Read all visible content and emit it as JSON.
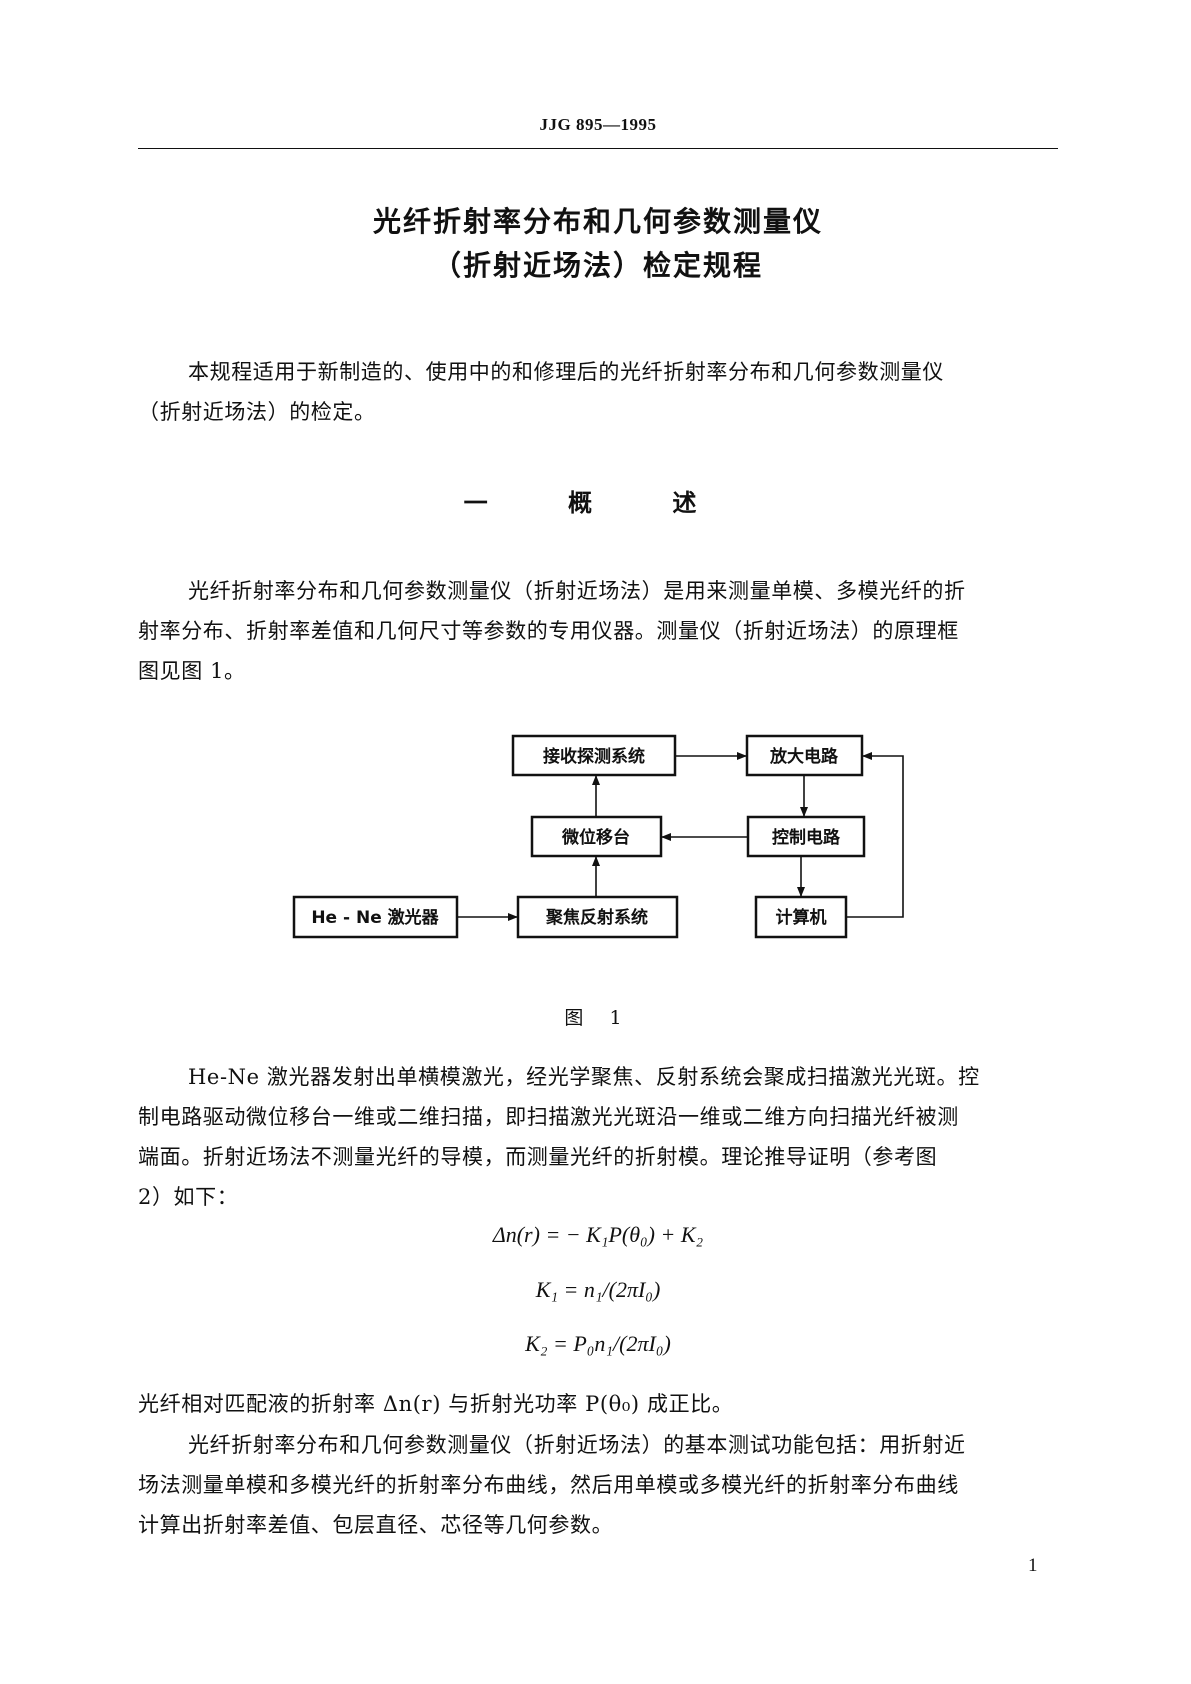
{
  "header": {
    "code": "JJG 895—1995"
  },
  "title": {
    "line1": "光纤折射率分布和几何参数测量仪",
    "line2": "（折射近场法）检定规程"
  },
  "intro": {
    "line1": "本规程适用于新制造的、使用中的和修理后的光纤折射率分布和几何参数测量仪",
    "line2": "（折射近场法）的检定。"
  },
  "section1": {
    "title": "一 概 述",
    "para1": {
      "line1": "光纤折射率分布和几何参数测量仪（折射近场法）是用来测量单模、多模光纤的折",
      "line2": "射率分布、折射率差值和几何尺寸等参数的专用仪器。测量仪（折射近场法）的原理框",
      "line3": "图见图 1。"
    }
  },
  "diagram": {
    "boxes": {
      "receiver": "接收探测系统",
      "amplifier": "放大电路",
      "stage": "微位移台",
      "control": "控制电路",
      "laser": "He - Ne 激光器",
      "focus": "聚焦反射系统",
      "computer": "计算机"
    },
    "caption": "图 1"
  },
  "para2": {
    "line1": "He-Ne 激光器发射出单横模激光，经光学聚焦、反射系统会聚成扫描激光光斑。控",
    "line2": "制电路驱动微位移台一维或二维扫描，即扫描激光光斑沿一维或二维方向扫描光纤被测",
    "line3": "端面。折射近场法不测量光纤的导模，而测量光纤的折射模。理论推导证明（参考图",
    "line4": "2）如下："
  },
  "formulas": {
    "f1": "Δn(r) = − K₁P(θ₀) + K₂",
    "f2": "K₁ = n₁/(2πI₀)",
    "f3": "K₂ = P₀n₁/(2πI₀)"
  },
  "para3": "光纤相对匹配液的折射率 Δn(r) 与折射光功率 P(θ₀) 成正比。",
  "para4": {
    "line1": "光纤折射率分布和几何参数测量仪（折射近场法）的基本测试功能包括：用折射近",
    "line2": "场法测量单模和多模光纤的折射率分布曲线，然后用单模或多模光纤的折射率分布曲线",
    "line3": "计算出折射率差值、包层直径、芯径等几何参数。"
  },
  "page_number": "1"
}
